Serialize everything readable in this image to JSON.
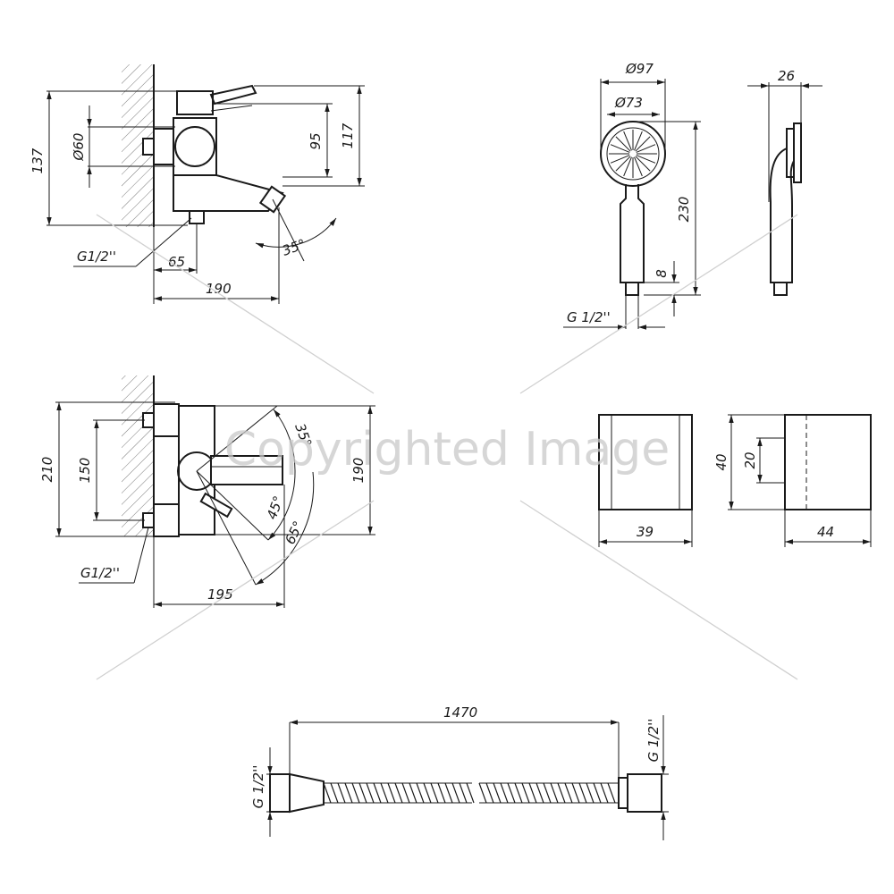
{
  "dimensions": {
    "side_view": {
      "d137": "137",
      "d60": "Ø60",
      "d95": "95",
      "d117": "117",
      "thread": "G1/2''",
      "d65": "65",
      "d190": "190",
      "angle": "35°"
    },
    "hand_shower": {
      "d97": "Ø97",
      "d73": "Ø73",
      "d230": "230",
      "d8": "8",
      "thread": "G 1/2''",
      "d26": "26"
    },
    "top_view": {
      "d210": "210",
      "d150": "150",
      "d190": "190",
      "d195": "195",
      "thread": "G1/2''",
      "a35": "35°",
      "a45": "45°",
      "a65": "65°"
    },
    "holder": {
      "d39": "39",
      "d40": "40",
      "d20": "20",
      "d44": "44"
    },
    "hose": {
      "d1470": "1470",
      "thread_left": "G 1/2''",
      "thread_right": "G 1/2''"
    }
  },
  "watermark": "Copyrighted Image"
}
